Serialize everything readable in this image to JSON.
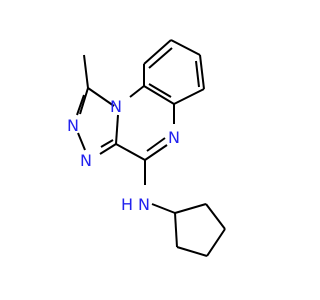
{
  "molecule": {
    "colors": {
      "carbon_bond": "#000000",
      "nitrogen": "#2222ee",
      "background": "#ffffff"
    },
    "atoms": [
      {
        "id": "N1",
        "label": "N"
      },
      {
        "id": "N2",
        "label": "N"
      },
      {
        "id": "N3",
        "label": "N"
      },
      {
        "id": "N4",
        "label": "N"
      },
      {
        "id": "NH",
        "label": "N"
      },
      {
        "id": "H",
        "label": "H"
      }
    ]
  }
}
